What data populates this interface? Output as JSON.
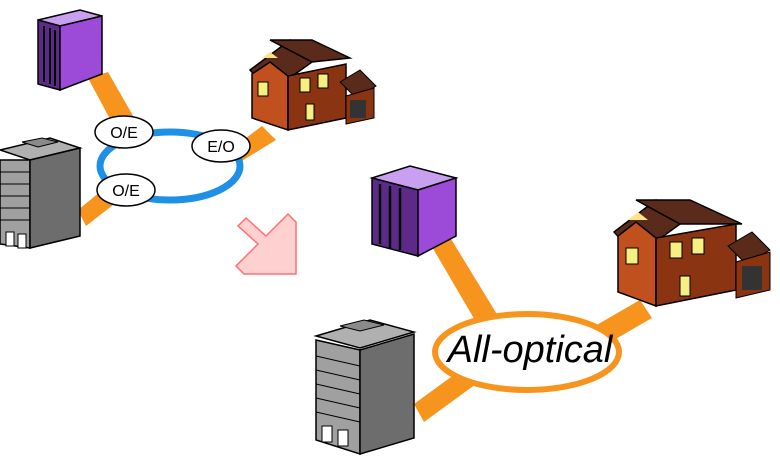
{
  "top_diagram": {
    "converters": [
      {
        "label": "O/E"
      },
      {
        "label": "E/O"
      },
      {
        "label": "O/E"
      }
    ]
  },
  "bottom_diagram": {
    "ring_label": "All-optical"
  },
  "colors": {
    "fiber_link": "#f7941d",
    "electronic_ring": "#1e90e6",
    "server": "#9b4bd8",
    "office_building": "#7a7a7a",
    "house_wall": "#c0501e",
    "roof": "#5a2a1a",
    "transition_arrow": "#ffd0d0"
  },
  "icons": [
    "server-icon",
    "house-icon",
    "office-building-icon",
    "transition-arrow-icon"
  ]
}
